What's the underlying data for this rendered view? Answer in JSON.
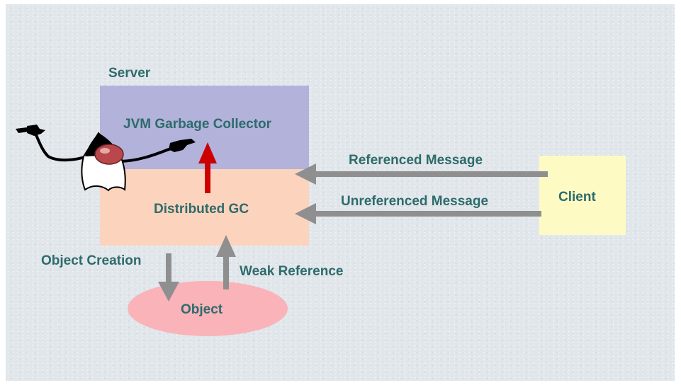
{
  "server_label": "Server",
  "jvm_gc": {
    "label": "JVM Garbage Collector",
    "color": "#b2b2db"
  },
  "distributed_gc": {
    "label": "Distributed GC",
    "color": "#fcd3bd"
  },
  "client": {
    "label": "Client",
    "color": "#fdfac4"
  },
  "object": {
    "label": "Object",
    "color": "#f9b3b9"
  },
  "arrows": {
    "referenced": "Referenced Message",
    "unreferenced": "Unreferenced Message",
    "object_creation": "Object Creation",
    "weak_reference": "Weak Reference"
  },
  "colors": {
    "text": "#2e6b6b",
    "arrow_gray": "#8f8f8f",
    "arrow_red": "#cc0000"
  },
  "mascot": "duke-mascot"
}
